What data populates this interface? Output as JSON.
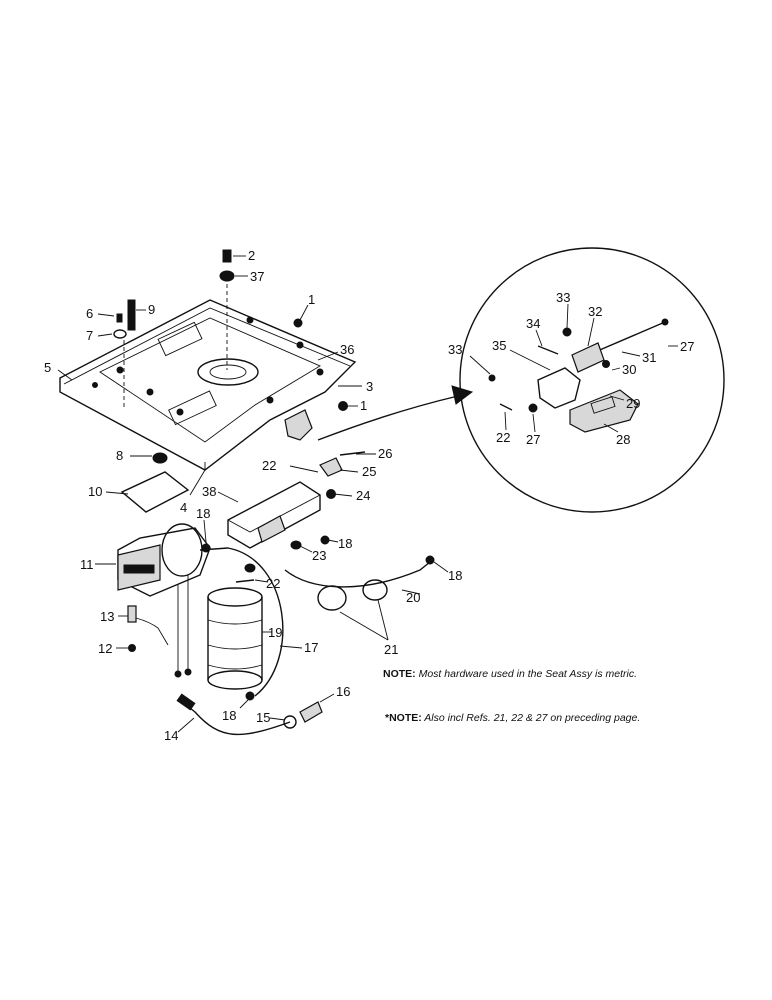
{
  "labels": [
    {
      "id": "2",
      "text": "2"
    },
    {
      "id": "37",
      "text": "37"
    },
    {
      "id": "1a",
      "text": "1"
    },
    {
      "id": "6",
      "text": "6"
    },
    {
      "id": "9",
      "text": "9"
    },
    {
      "id": "7",
      "text": "7"
    },
    {
      "id": "36",
      "text": "36"
    },
    {
      "id": "5",
      "text": "5"
    },
    {
      "id": "3",
      "text": "3"
    },
    {
      "id": "1b",
      "text": "1"
    },
    {
      "id": "8",
      "text": "8"
    },
    {
      "id": "22a",
      "text": "22"
    },
    {
      "id": "26",
      "text": "26"
    },
    {
      "id": "25",
      "text": "25"
    },
    {
      "id": "10",
      "text": "10"
    },
    {
      "id": "4",
      "text": "4"
    },
    {
      "id": "38",
      "text": "38"
    },
    {
      "id": "24",
      "text": "24"
    },
    {
      "id": "18a",
      "text": "18"
    },
    {
      "id": "18b",
      "text": "18"
    },
    {
      "id": "23",
      "text": "23"
    },
    {
      "id": "11",
      "text": "11"
    },
    {
      "id": "22b",
      "text": "22"
    },
    {
      "id": "18c",
      "text": "18"
    },
    {
      "id": "20",
      "text": "20"
    },
    {
      "id": "13",
      "text": "13"
    },
    {
      "id": "19",
      "text": "19"
    },
    {
      "id": "21",
      "text": "21"
    },
    {
      "id": "12",
      "text": "12"
    },
    {
      "id": "17",
      "text": "17"
    },
    {
      "id": "18d",
      "text": "18"
    },
    {
      "id": "15",
      "text": "15"
    },
    {
      "id": "16",
      "text": "16"
    },
    {
      "id": "14",
      "text": "14"
    },
    {
      "id": "33a",
      "text": "33"
    },
    {
      "id": "32",
      "text": "32"
    },
    {
      "id": "34",
      "text": "34"
    },
    {
      "id": "33b",
      "text": "33"
    },
    {
      "id": "35",
      "text": "35"
    },
    {
      "id": "31",
      "text": "31"
    },
    {
      "id": "27a",
      "text": "27"
    },
    {
      "id": "30",
      "text": "30"
    },
    {
      "id": "29",
      "text": "29"
    },
    {
      "id": "22c",
      "text": "22"
    },
    {
      "id": "27b",
      "text": "27"
    },
    {
      "id": "28",
      "text": "28"
    }
  ],
  "notes": {
    "note1_head": "NOTE:",
    "note1_body": "Most hardware used in the Seat Assy is metric.",
    "note2_head": "*NOTE:",
    "note2_body": "Also incl Refs. 21, 22 & 27 on preceding page."
  }
}
